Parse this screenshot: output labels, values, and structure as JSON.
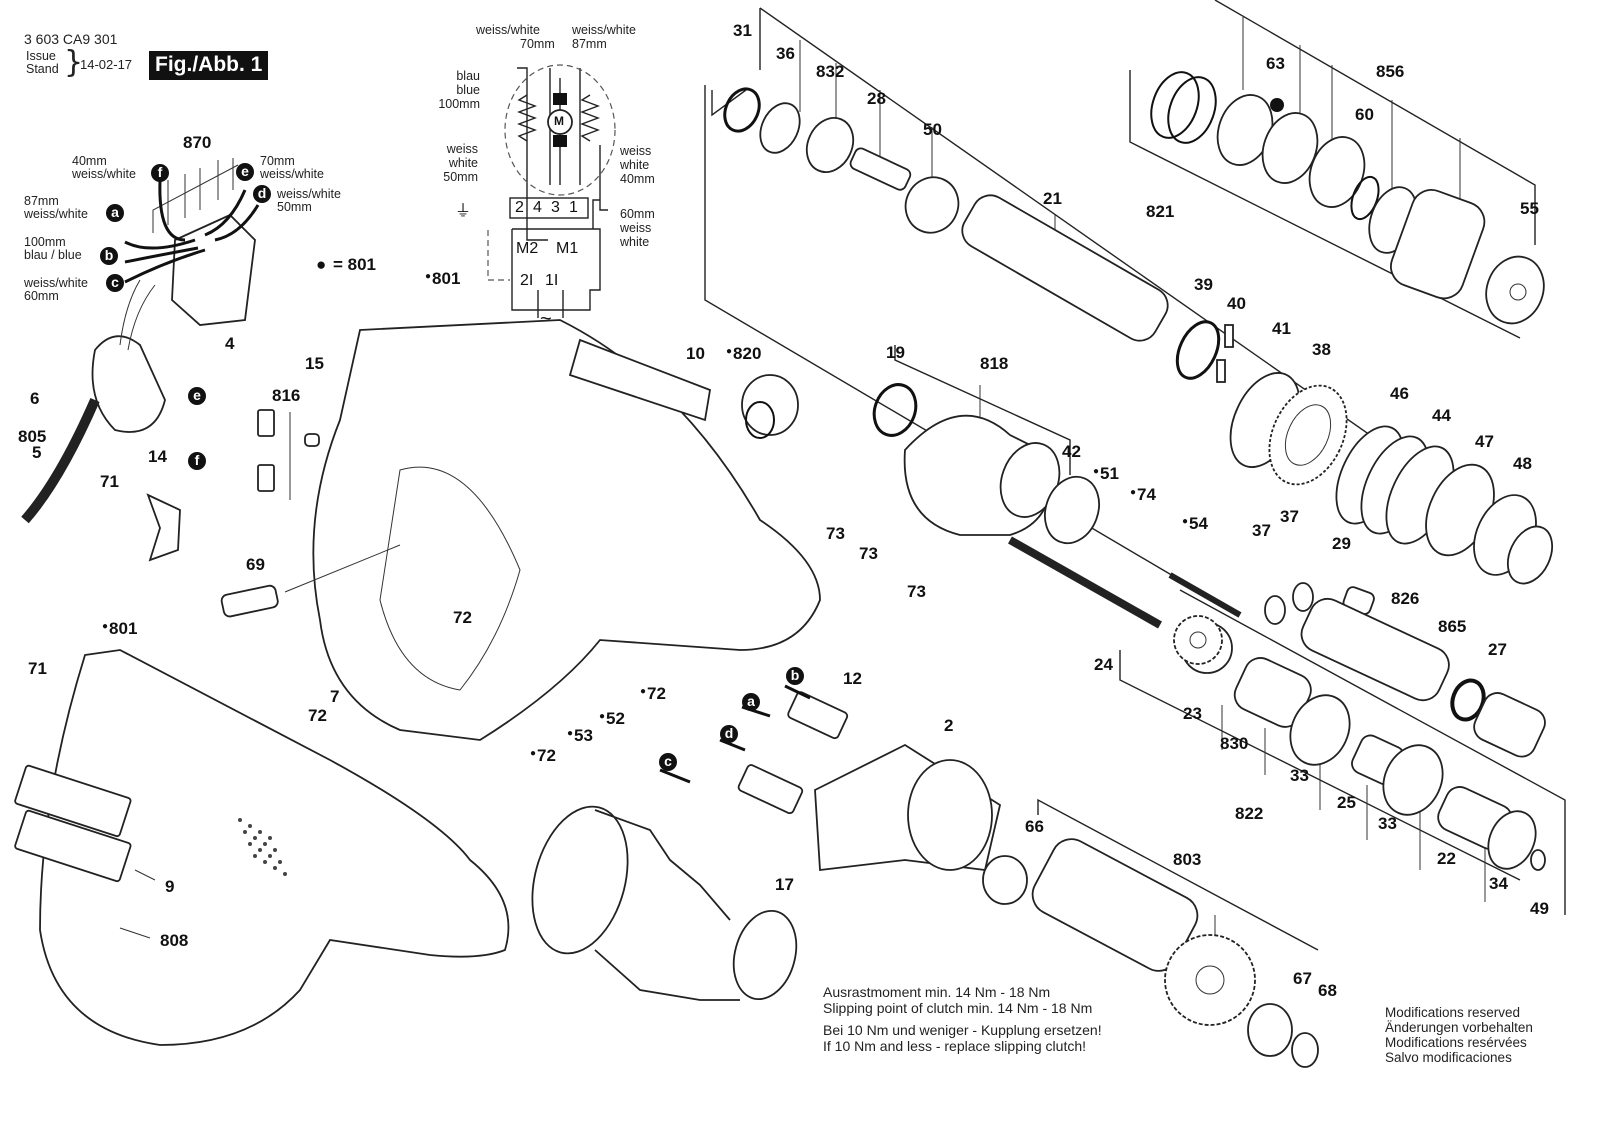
{
  "header": {
    "part_number": "3 603 CA9 301",
    "issue_label_en": "Issue",
    "issue_label_de": "Stand",
    "issue_date": "14-02-17",
    "figure_label": "Fig./Abb. 1"
  },
  "legend": {
    "dot_symbol": "●",
    "dot_equals": "= 801"
  },
  "wiring_diagram": {
    "top_left_label": [
      "weiss/white",
      "70mm"
    ],
    "top_right_label": [
      "weiss/white",
      "87mm"
    ],
    "left_label": [
      "blau",
      "blue",
      "100mm"
    ],
    "mid_left_label": [
      "weiss",
      "white",
      "50mm"
    ],
    "mid_right_label": [
      "weiss",
      "white",
      "40mm"
    ],
    "bottom_right_label": [
      "60mm",
      "weiss",
      "white"
    ],
    "terminals": [
      "2",
      "4",
      "3",
      "1"
    ],
    "motor_symbol": "M",
    "switch_labels": [
      "M2",
      "M1"
    ],
    "switch_inputs": [
      "2I",
      "1I"
    ],
    "ac_symbol": "~",
    "ground_icon": "ground-icon"
  },
  "switch_wiring": {
    "part_870": "870",
    "part_4": "4",
    "wires": [
      {
        "badge": "f",
        "label": [
          "40mm",
          "weiss/white"
        ]
      },
      {
        "badge": "e",
        "label": [
          "70mm",
          "weiss/white"
        ]
      },
      {
        "badge": "d",
        "label": [
          "weiss/white",
          "50mm"
        ]
      },
      {
        "badge": "a",
        "label": [
          "87mm",
          "weiss/white"
        ]
      },
      {
        "badge": "b",
        "label": [
          "100mm",
          "blau / blue"
        ]
      },
      {
        "badge": "c",
        "label": [
          "weiss/white",
          "60mm"
        ]
      }
    ]
  },
  "parts": {
    "p31": "31",
    "p36": "36",
    "p832": "832",
    "p28": "28",
    "p50": "50",
    "p21": "21",
    "p821": "821",
    "p39": "39",
    "p40": "40",
    "p41": "41",
    "p38": "38",
    "p63": "63",
    "p856": "856",
    "p60": "60",
    "p55": "55",
    "p46": "46",
    "p44": "44",
    "p47": "47",
    "p48": "48",
    "p19": "19",
    "p818": "818",
    "p42": "42",
    "p51": "51",
    "p74": "74",
    "p54": "54",
    "p73a": "73",
    "p73b": "73",
    "p73c": "73",
    "p24": "24",
    "p37a": "37",
    "p37b": "37",
    "p29": "29",
    "p826": "826",
    "p865": "865",
    "p27": "27",
    "p23": "23",
    "p830": "830",
    "p33a": "33",
    "p25": "25",
    "p33b": "33",
    "p22": "22",
    "p34": "34",
    "p49": "49",
    "p822": "822",
    "p10": "10",
    "p820": "820",
    "p801a": "801",
    "p801b": "801",
    "p6": "6",
    "p805": "805",
    "p5": "5",
    "p15": "15",
    "p816": "816",
    "p14": "14",
    "p71a": "71",
    "p71b": "71",
    "p69": "69",
    "p7": "7",
    "p72a": "72",
    "p72b": "72",
    "p72c": "72",
    "p72d": "72",
    "p72e": "72",
    "p53": "53",
    "p52": "52",
    "p12": "12",
    "p2": "2",
    "p66": "66",
    "p803": "803",
    "p67": "67",
    "p68": "68",
    "p17": "17",
    "p9": "9",
    "p808": "808"
  },
  "connector_badges": {
    "e816": "e",
    "f816": "f",
    "b12": "b",
    "a12": "a",
    "d12": "d",
    "c12": "c"
  },
  "notes": {
    "clutch_de": "Ausrastmoment min. 14 Nm - 18 Nm",
    "clutch_en": "Slipping point of clutch min. 14 Nm - 18 Nm",
    "replace_de": "Bei 10 Nm und weniger - Kupplung ersetzen!",
    "replace_en": "If 10 Nm and less - replace slipping clutch!"
  },
  "disclaimer": {
    "en": "Modifications reserved",
    "de": "Änderungen vorbehalten",
    "fr": "Modifications resérvées",
    "es": "Salvo modificaciones"
  }
}
